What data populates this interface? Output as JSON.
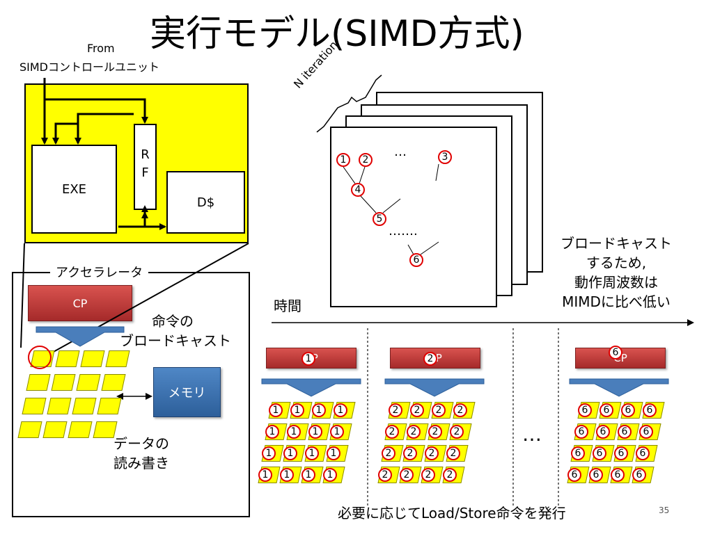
{
  "title": "実行モデル(SIMD方式)",
  "from_label": "From",
  "simd_unit_label": "SIMDコントロールユニット",
  "core": {
    "exe": "EXE",
    "rf_r": "R",
    "rf_f": "F",
    "dcache": "D$"
  },
  "accelerator_label": "アクセラレータ",
  "cp_label": "CP",
  "memory_label": "メモリ",
  "broadcast_note": [
    "命令の",
    "ブロードキャスト"
  ],
  "readwrite_note": [
    "データの",
    "読み書き"
  ],
  "iteration_label": "N iteration",
  "graph": {
    "n1": "1",
    "n2": "2",
    "n3": "3",
    "n4": "4",
    "n5": "5",
    "n6": "6",
    "ellipsis_top": "…",
    "ellipsis_mid": "……."
  },
  "freq_note": [
    "ブロードキャスト",
    "するため,",
    "動作周波数は",
    "MIMDに比べ低い"
  ],
  "time_label": "時間",
  "timeline": {
    "steps": [
      {
        "cp": "CP",
        "num": "1"
      },
      {
        "cp": "CP",
        "num": "2"
      },
      {
        "cp": "CP",
        "num": "6"
      }
    ],
    "ellipsis": "…"
  },
  "bottom_note": "必要に応じてLoad/Store命令を発行",
  "page_number": "35"
}
